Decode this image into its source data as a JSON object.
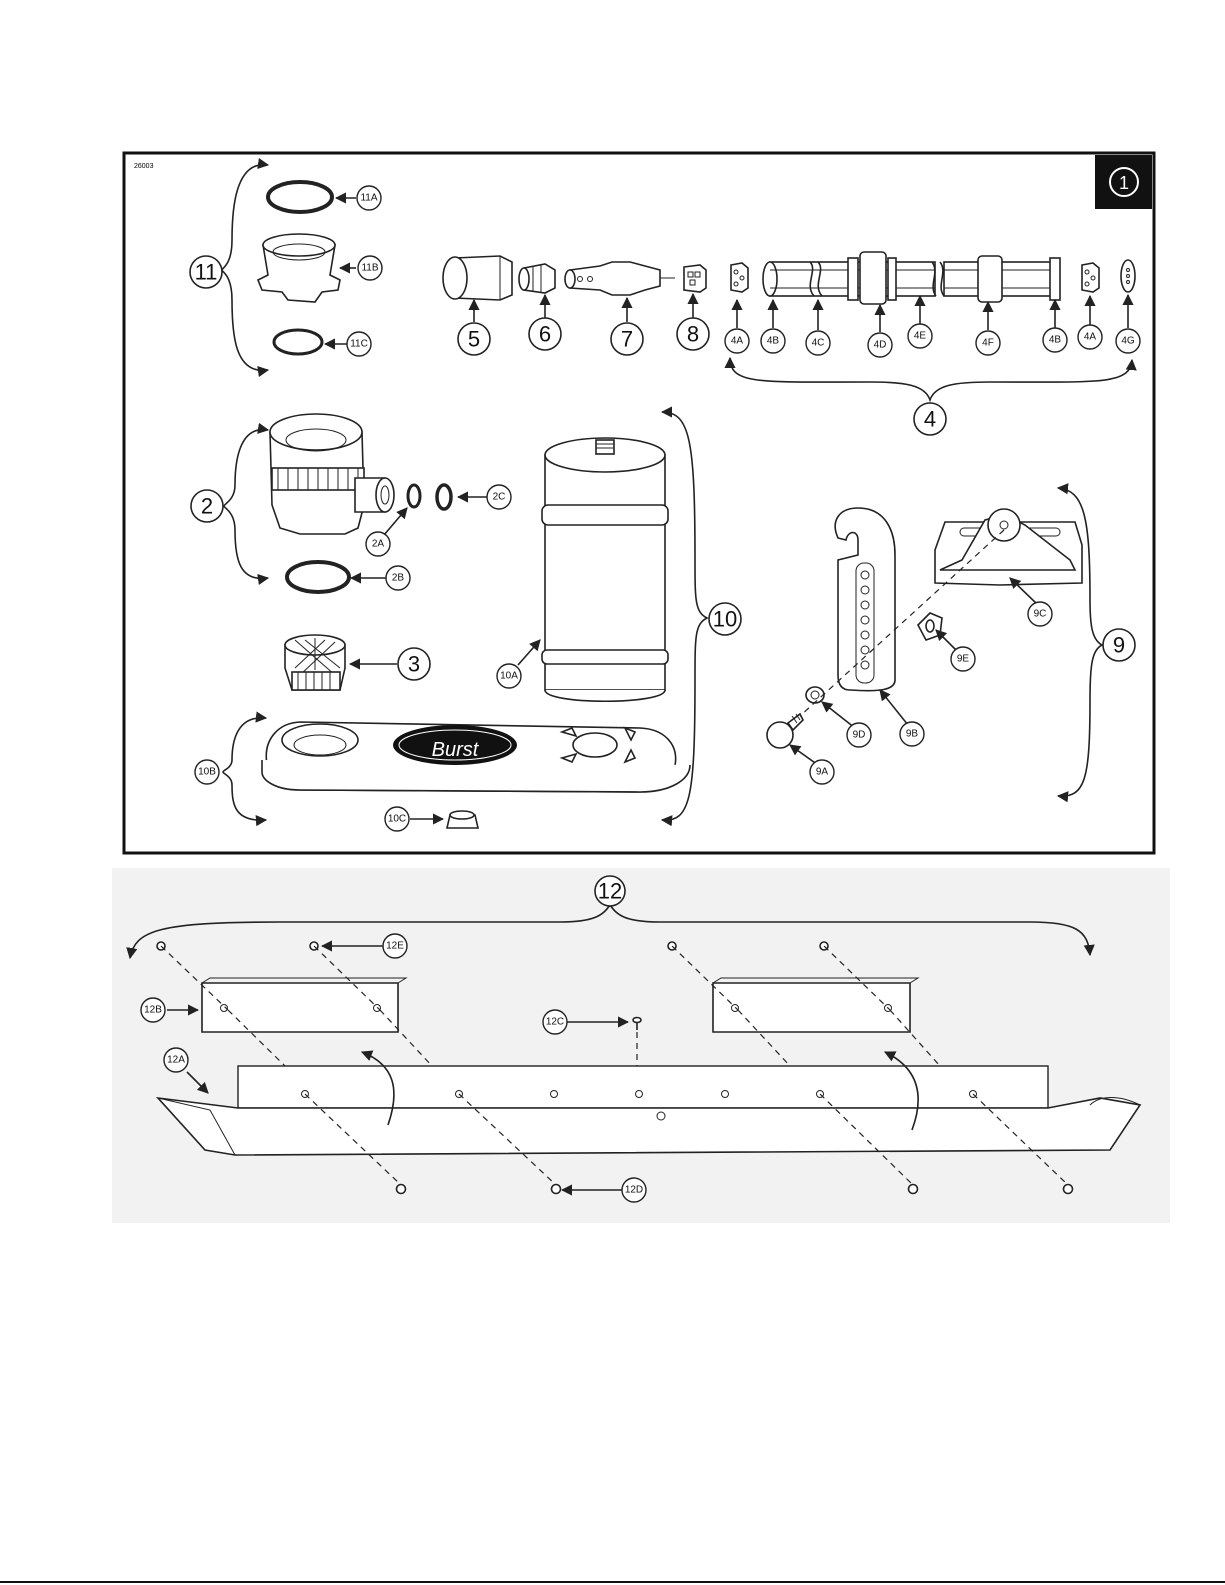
{
  "figure_id": "26003",
  "page_badge": "1",
  "callouts": {
    "c11": "11",
    "c11A": "11A",
    "c11B": "11B",
    "c11C": "11C",
    "c5": "5",
    "c6": "6",
    "c7": "7",
    "c8": "8",
    "c4": "4",
    "c4A_1": "4A",
    "c4B_1": "4B",
    "c4C": "4C",
    "c4D": "4D",
    "c4E": "4E",
    "c4F": "4F",
    "c4B_2": "4B",
    "c4A_2": "4A",
    "c4G": "4G",
    "c2": "2",
    "c2A": "2A",
    "c2B": "2B",
    "c2C": "2C",
    "c3": "3",
    "c10": "10",
    "c10A": "10A",
    "c10B": "10B",
    "c10C": "10C",
    "c9": "9",
    "c9A": "9A",
    "c9B": "9B",
    "c9C": "9C",
    "c9D": "9D",
    "c9E": "9E",
    "c12": "12",
    "c12A": "12A",
    "c12B": "12B",
    "c12C": "12C",
    "c12D": "12D",
    "c12E": "12E"
  },
  "logo_text": "Burst",
  "colors": {
    "line": "#222222",
    "background": "#ffffff",
    "badge": "#111111",
    "lower_panel": "#f2f2f2"
  }
}
